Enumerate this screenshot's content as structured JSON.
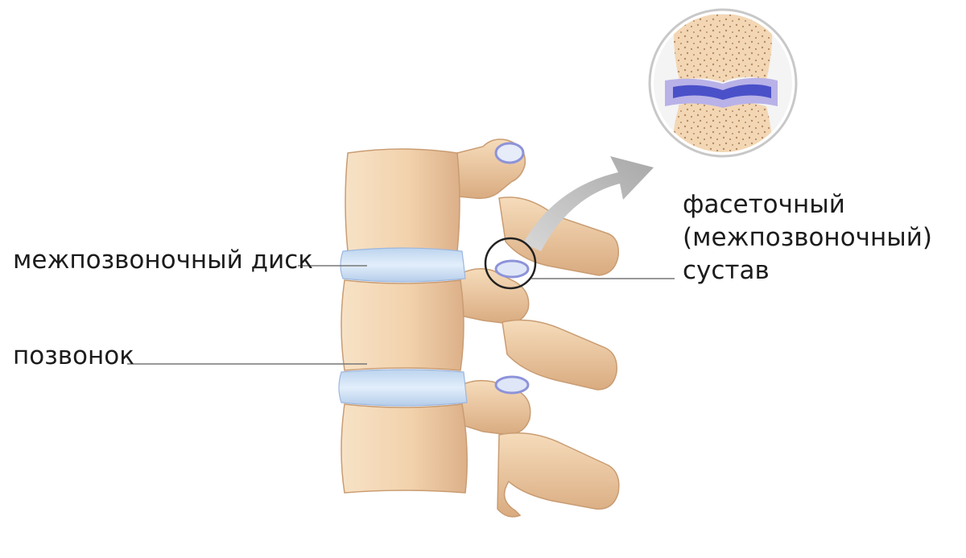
{
  "labels": {
    "disc": "межпозвоночный диск",
    "vertebra": "позвонок",
    "facet_joint": {
      "line1": "фасеточный",
      "line2": "(межпозвоночный)",
      "line3": "сустав"
    }
  },
  "colors": {
    "bone": "#f2d3ad",
    "bone_shadow": "#d9ad80",
    "disc": "#cfe1f4",
    "cartilage_dark": "#4a50c8",
    "arrow": "#b9b9b9",
    "leader_line": "#777777"
  }
}
